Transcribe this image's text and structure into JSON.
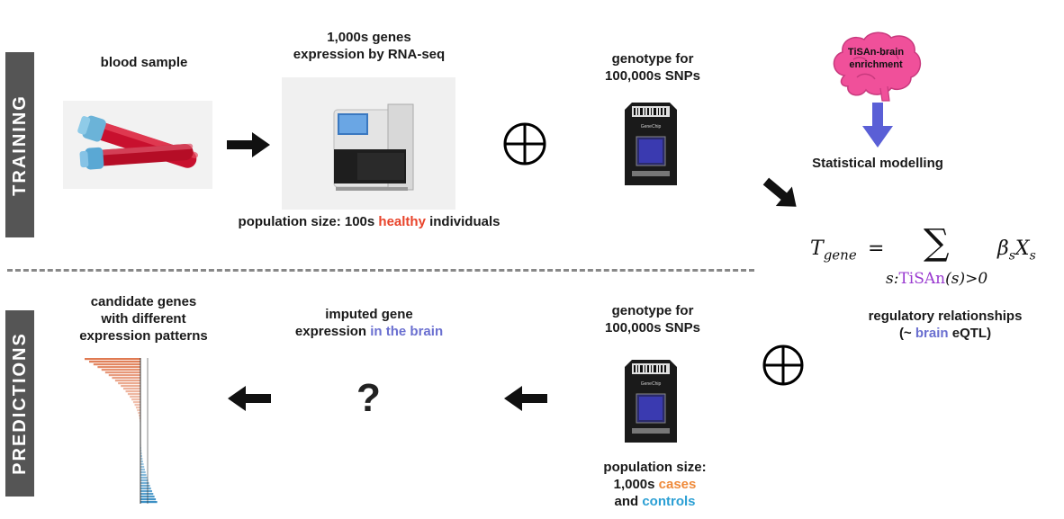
{
  "sections": {
    "training": "TRAINING",
    "predictions": "PREDICTIONS"
  },
  "training": {
    "blood_sample": "blood sample",
    "rnaseq_line1": "1,000s genes",
    "rnaseq_line2": "expression by RNA-seq",
    "genotype_line1": "genotype for",
    "genotype_line2": "100,000s SNPs",
    "population_prefix": "population size: 100s ",
    "population_highlight": "healthy",
    "population_suffix": " individuals",
    "brain_line1": "TiSAn-brain",
    "brain_line2": "enrichment",
    "statistical_modelling": "Statistical modelling"
  },
  "formula": {
    "lhs": "T",
    "lhs_sub": "gene",
    "equals": "=",
    "sum": "∑",
    "rhs_beta": "β",
    "rhs_beta_sub": "s",
    "rhs_x": "X",
    "rhs_x_sub": "s",
    "cond_prefix": "s:",
    "cond_tisan": "TiSAn",
    "cond_suffix": "(s)>0"
  },
  "regulatory": {
    "line1": "regulatory relationships",
    "line2_prefix": "(~ ",
    "line2_highlight": "brain",
    "line2_suffix": " eQTL)"
  },
  "predictions": {
    "candidate_line1": "candidate genes",
    "candidate_line2": "with different",
    "candidate_line3": "expression patterns",
    "imputed_line1": "imputed gene",
    "imputed_prefix": "expression ",
    "imputed_highlight": "in the brain",
    "question": "?",
    "genotype_line1": "genotype for",
    "genotype_line2": "100,000s SNPs",
    "pop_line1": "population size:",
    "pop_line2_prefix": "1,000s ",
    "pop_line2_highlight": "cases",
    "pop_line3_prefix": "and ",
    "pop_line3_highlight": "controls"
  },
  "chip": {
    "brand": "GeneChip"
  },
  "colors": {
    "healthy": "#e8432a",
    "brain_blue": "#6a6fd0",
    "cases": "#ef8a3a",
    "controls": "#2b9fd4",
    "tisan_purple": "#9a3ad0",
    "sidebar": "#555555",
    "brain_pink": "#f0509a",
    "arrow_blue": "#5a5fd6"
  }
}
